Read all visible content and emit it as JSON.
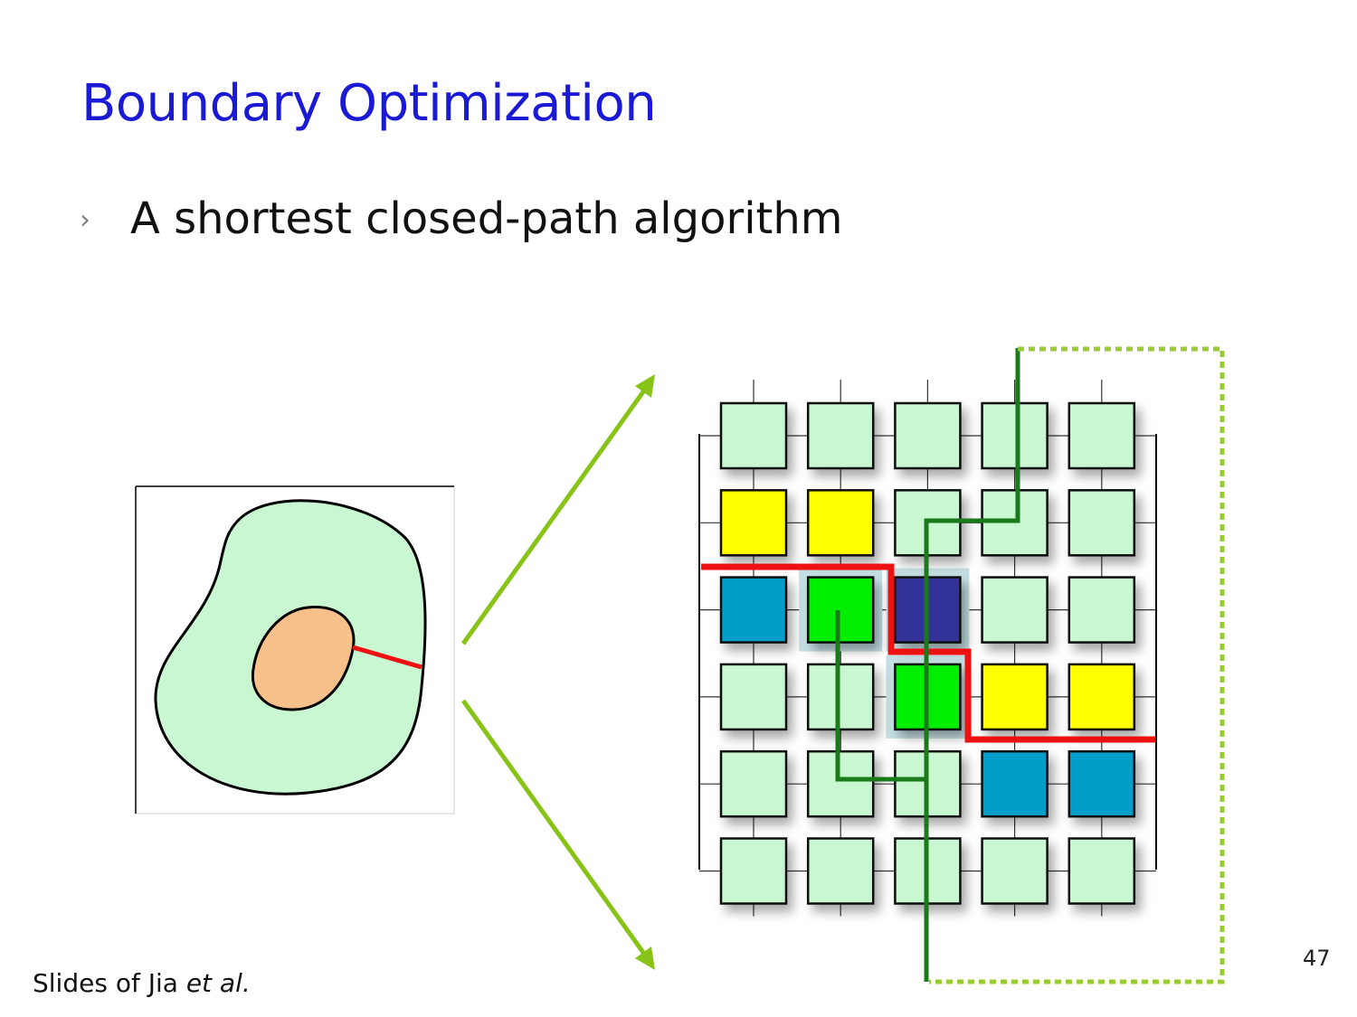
{
  "slide": {
    "title": "Boundary Optimization",
    "bullet": "A shortest closed-path algorithm",
    "bullet_marker": "›",
    "source_prefix": "Slides of Jia ",
    "source_italic": "et al.",
    "page_number": "47"
  },
  "colors": {
    "title": "#1a1ad4",
    "region_fill": "#c8f7d2",
    "nucleus_fill": "#f8c08a",
    "cell_default": "#c8f7d2",
    "cell_yellow": "#ffff00",
    "cell_teal": "#009ec8",
    "cell_green": "#00ee00",
    "cell_navy": "#333399",
    "cut_line": "#ee1111",
    "path_line": "#1a7a1a",
    "arrow": "#88c418",
    "dashed_loop": "#99cc33"
  },
  "grid": {
    "rows": 6,
    "cols": 5,
    "cells": [
      [
        "default",
        "default",
        "default",
        "default",
        "default"
      ],
      [
        "yellow",
        "yellow",
        "default",
        "default",
        "default"
      ],
      [
        "teal",
        "green",
        "navy",
        "default",
        "default"
      ],
      [
        "default",
        "default",
        "green",
        "yellow",
        "yellow"
      ],
      [
        "default",
        "default",
        "default",
        "teal",
        "teal"
      ],
      [
        "default",
        "default",
        "default",
        "default",
        "default"
      ]
    ],
    "highlighted_cells": [
      [
        2,
        1
      ],
      [
        2,
        2
      ],
      [
        3,
        2
      ]
    ]
  }
}
